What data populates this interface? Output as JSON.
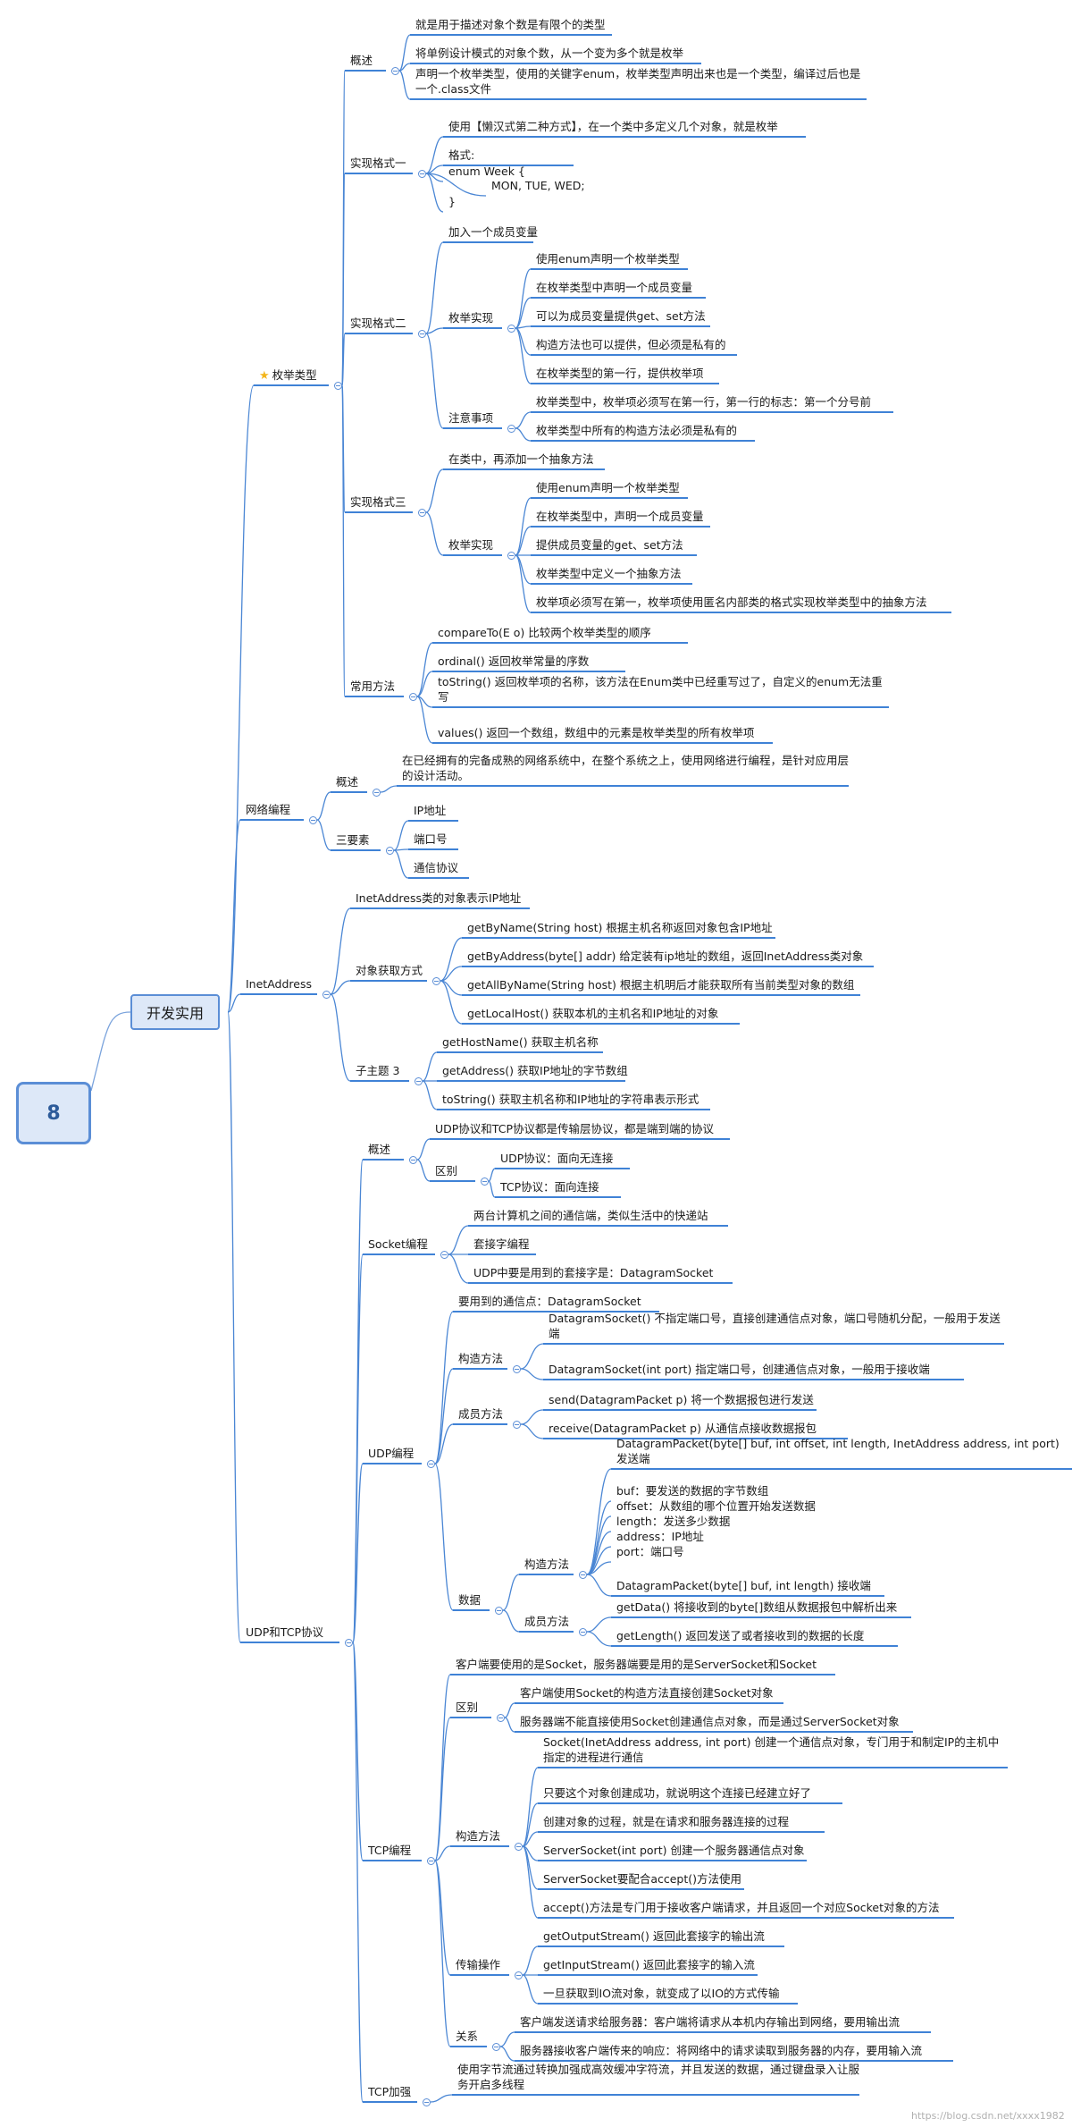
{
  "root": {
    "label": "8"
  },
  "main": {
    "label": "开发实用"
  },
  "watermark": "https://blog.csdn.net/xxxx1982",
  "nodes": {
    "n0": "枚举类型",
    "n0a": "概述",
    "n0a1": "就是用于描述对象个数是有限个的类型",
    "n0a2": "将单例设计模式的对象个数，从一个变为多个就是枚举",
    "n0a3": "声明一个枚举类型，使用的关键字enum，枚举类型声明出来也是一个类型，编译过后也是一个.class文件",
    "n0b": "实现格式一",
    "n0b1": "使用【懒汉式第二种方式】，在一个类中多定义几个对象，就是枚举",
    "n0b2a": "格式:",
    "n0b2b": "enum Week {",
    "n0b2c": "MON, TUE, WED;",
    "n0b2d": "}",
    "n0c": "实现格式二",
    "n0c1": "加入一个成员变量",
    "n0c2": "枚举实现",
    "n0c2a": "使用enum声明一个枚举类型",
    "n0c2b": "在枚举类型中声明一个成员变量",
    "n0c2c": "可以为成员变量提供get、set方法",
    "n0c2d": "构造方法也可以提供，但必须是私有的",
    "n0c2e": "在枚举类型的第一行，提供枚举项",
    "n0c3": "注意事项",
    "n0c3a": "枚举类型中，枚举项必须写在第一行，第一行的标志：第一个分号前",
    "n0c3b": "枚举类型中所有的构造方法必须是私有的",
    "n0d": "实现格式三",
    "n0d1": "在类中，再添加一个抽象方法",
    "n0d2": "枚举实现",
    "n0d2a": "使用enum声明一个枚举类型",
    "n0d2b": "在枚举类型中，声明一个成员变量",
    "n0d2c": "提供成员变量的get、set方法",
    "n0d2d": "枚举类型中定义一个抽象方法",
    "n0d2e": "枚举项必须写在第一，枚举项使用匿名内部类的格式实现枚举类型中的抽象方法",
    "n0e": "常用方法",
    "n0e1": "compareTo(E o) 比较两个枚举类型的顺序",
    "n0e2": "ordinal() 返回枚举常量的序数",
    "n0e3": "toString() 返回枚举项的名称，该方法在Enum类中已经重写过了，自定义的enum无法重写",
    "n0e4": "values() 返回一个数组，数组中的元素是枚举类型的所有枚举项",
    "n1": "网络编程",
    "n1a": "概述",
    "n1a1": "在已经拥有的完备成熟的网络系统中，在整个系统之上，使用网络进行编程，是针对应用层的设计活动。",
    "n1b": "三要素",
    "n1b1": "IP地址",
    "n1b2": "端口号",
    "n1b3": "通信协议",
    "n2": "InetAddress",
    "n2a": "InetAddress类的对象表示IP地址",
    "n2b": "对象获取方式",
    "n2b1": "getByName(String host) 根据主机名称返回对象包含IP地址",
    "n2b2": "getByAddress(byte[] addr) 给定装有ip地址的数组，返回InetAddress类对象",
    "n2b3": "getAllByName(String host) 根据主机明后才能获取所有当前类型对象的数组",
    "n2b4": "getLocalHost() 获取本机的主机名和IP地址的对象",
    "n2c": "子主题 3",
    "n2c1": "getHostName() 获取主机名称",
    "n2c2": "getAddress() 获取IP地址的字节数组",
    "n2c3": "toString() 获取主机名称和IP地址的字符串表示形式",
    "n3": "UDP和TCP协议",
    "n3a": "概述",
    "n3a1": "UDP协议和TCP协议都是传输层协议，都是端到端的协议",
    "n3a2": "区别",
    "n3a2a": "UDP协议：面向无连接",
    "n3a2b": "TCP协议：面向连接",
    "n3b": "Socket编程",
    "n3b1": "两台计算机之间的通信端，类似生活中的快递站",
    "n3b2": "套接字编程",
    "n3b3": "UDP中要是用到的套接字是：DatagramSocket",
    "n3c": "UDP编程",
    "n3c1": "要用到的通信点：DatagramSocket",
    "n3c2": "构造方法",
    "n3c2a": "DatagramSocket() 不指定端口号，直接创建通信点对象，端口号随机分配，一般用于发送端",
    "n3c2b": "DatagramSocket(int port) 指定端口号，创建通信点对象，一般用于接收端",
    "n3c3": "成员方法",
    "n3c3a": "send(DatagramPacket p) 将一个数据报包进行发送",
    "n3c3b": "receive(DatagramPacket p) 从通信点接收数据报包",
    "n3c4": "数据",
    "n3c4a": "构造方法",
    "n3c4a1_1": "DatagramPacket(byte[] buf, int offset, int length, InetAddress address, int port) 发送端",
    "n3c4a1_2": "buf：要发送的数据的字节数组",
    "n3c4a1_3": "offset：从数组的哪个位置开始发送数据",
    "n3c4a1_4": "length：发送多少数据",
    "n3c4a1_5": "address：IP地址",
    "n3c4a1_6": "port：端口号",
    "n3c4a2": "DatagramPacket(byte[] buf, int length) 接收端",
    "n3c4b": "成员方法",
    "n3c4b1": "getData() 将接收到的byte[]数组从数据报包中解析出来",
    "n3c4b2": "getLength() 返回发送了或者接收到的数据的长度",
    "n3d": "TCP编程",
    "n3d1": "客户端要使用的是Socket，服务器端要是用的是ServerSocket和Socket",
    "n3d2": "区别",
    "n3d2a": "客户端使用Socket的构造方法直接创建Socket对象",
    "n3d2b": "服务器端不能直接使用Socket创建通信点对象，而是通过ServerSocket对象",
    "n3d3": "构造方法",
    "n3d3a": "Socket(InetAddress address, int port) 创建一个通信点对象，专门用于和制定IP的主机中指定的进程进行通信",
    "n3d3b": "只要这个对象创建成功，就说明这个连接已经建立好了",
    "n3d3c": "创建对象的过程，就是在请求和服务器连接的过程",
    "n3d3d": "ServerSocket(int port) 创建一个服务器通信点对象",
    "n3d3e": "ServerSocket要配合accept()方法使用",
    "n3d3f": "accept()方法是专门用于接收客户端请求，并且返回一个对应Socket对象的方法",
    "n3d4": "传输操作",
    "n3d4a": "getOutputStream() 返回此套接字的输出流",
    "n3d4b": "getInputStream() 返回此套接字的输入流",
    "n3d4c": "一旦获取到IO流对象，就变成了以IO的方式传输",
    "n3d5": "关系",
    "n3d5a": "客户端发送请求给服务器：客户端将请求从本机内存输出到网络，要用输出流",
    "n3d5b": "服务器接收客户端传来的响应：将网络中的请求读取到服务器的内存，要用输入流",
    "n3e": "TCP加强",
    "n3e1": "使用字节流通过转换加强成高效缓冲字符流，并且发送的数据，通过键盘录入让服务开启多线程"
  }
}
